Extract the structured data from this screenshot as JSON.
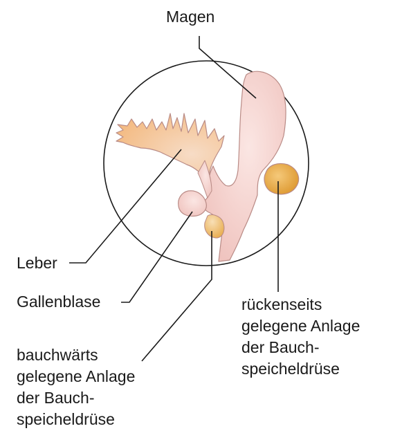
{
  "labels": {
    "magen": "Magen",
    "leber": "Leber",
    "gallenblase": "Gallenblase",
    "bauchwaerts": [
      "bauchwärts",
      "gelegene Anlage",
      "der Bauch-",
      "speicheldrüse"
    ],
    "rueckenseits": [
      "rückenseits",
      "gelegene Anlage",
      "der Bauch-",
      "speicheldrüse"
    ]
  },
  "colors": {
    "outline": "#1a1a1a",
    "gut_fill": "#f6d3cf",
    "gut_edge": "#b98b86",
    "liver_fill": "#f6c79a",
    "pancreas_fill": "#e9a83f"
  }
}
